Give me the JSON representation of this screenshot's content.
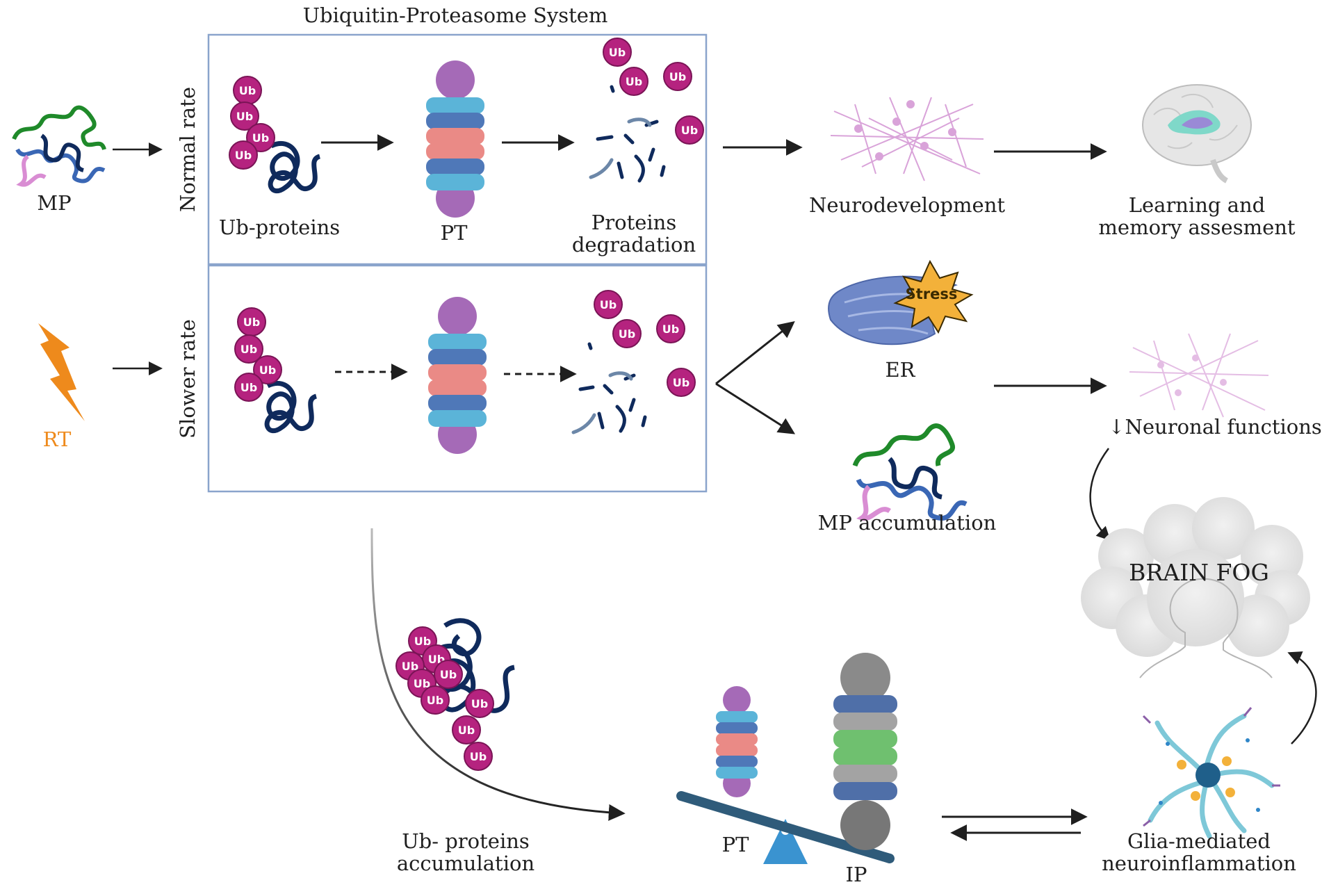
{
  "title": "Ubiquitin-Proteasome System",
  "rows": {
    "normal_rate": "Normal rate",
    "slower_rate": "Slower rate"
  },
  "inputs": {
    "mp": "MP",
    "rt": "RT"
  },
  "labels": {
    "ub_proteins": "Ub-proteins",
    "pt": "PT",
    "proteins_degradation_1": "Proteins",
    "proteins_degradation_2": "degradation",
    "neurodevelopment": "Neurodevelopment",
    "learning_1": "Learning and",
    "learning_2": "memory assesment",
    "er": "ER",
    "stress": "Stress",
    "neuronal_functions": "↓Neuronal functions",
    "mp_accumulation": "MP accumulation",
    "brain_fog": "BRAIN FOG",
    "ub_accum_1": "Ub- proteins",
    "ub_accum_2": "accumulation",
    "pt_bottom": "PT",
    "ip": "IP",
    "glia_1": "Glia-mediated",
    "glia_2": "neuroinflammation"
  },
  "ub_tag": "Ub",
  "colors": {
    "ub": "#b5237f",
    "box_border": "#8aa4cc",
    "rt": "#ee8a1c",
    "arrow": "#1f1f1f",
    "neuron": "#d9a3d9",
    "pt_light": "#5bb4d8",
    "pt_mid": "#4f78b8",
    "pt_red": "#ea8a86",
    "pt_cap": "#a56ab7",
    "stress": "#f3b13a",
    "er": "#6f88c8",
    "seesaw": "#2f5b7a",
    "fulcrum": "#3a93d0"
  }
}
